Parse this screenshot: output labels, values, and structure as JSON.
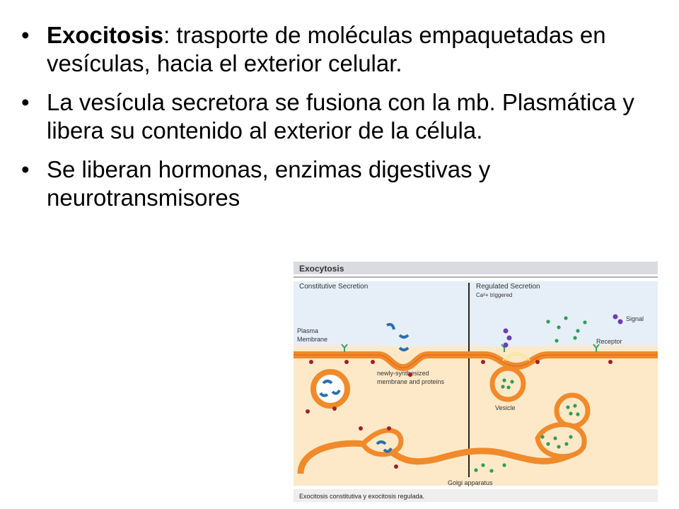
{
  "slide": {
    "bullets": [
      {
        "term": "Exocitosis",
        "text": ": trasporte de moléculas empaquetadas en vesículas, hacia el exterior celular."
      },
      {
        "term": "",
        "text": "La vesícula secretora se fusiona con la mb. Plasmática y libera su contenido al exterior de la célula."
      },
      {
        "term": "",
        "text": "Se liberan hormonas, enzimas digestivas y neurotransmisores"
      }
    ],
    "bullet_glyph": "•"
  },
  "figure": {
    "title": "Exocytosis",
    "left_header": "Constitutive Secretion",
    "right_header": "Regulated Secretion",
    "right_subheader": "Ca²+ triggered",
    "labels": {
      "plasma_membrane_1": "Plasma",
      "plasma_membrane_2": "Membrane",
      "newly_1": "newly-synthesized",
      "newly_2": "membrane and proteins",
      "signal": "Signal",
      "receptor": "Receptor",
      "vesicle": "Vesicle",
      "golgi": "Golgi apparatus"
    },
    "caption": "Exocitosis constitutiva y exocitosis regulada.",
    "colors": {
      "membrane": "#f08a2a",
      "membrane_edge": "#d9641a",
      "cytoplasm": "#fde9c8",
      "protein": "#2a6fb0",
      "granule": "#2e9e55",
      "receptor": "#3aa070",
      "signal": "#6a3fb0",
      "anchor": "#a0202a"
    }
  }
}
